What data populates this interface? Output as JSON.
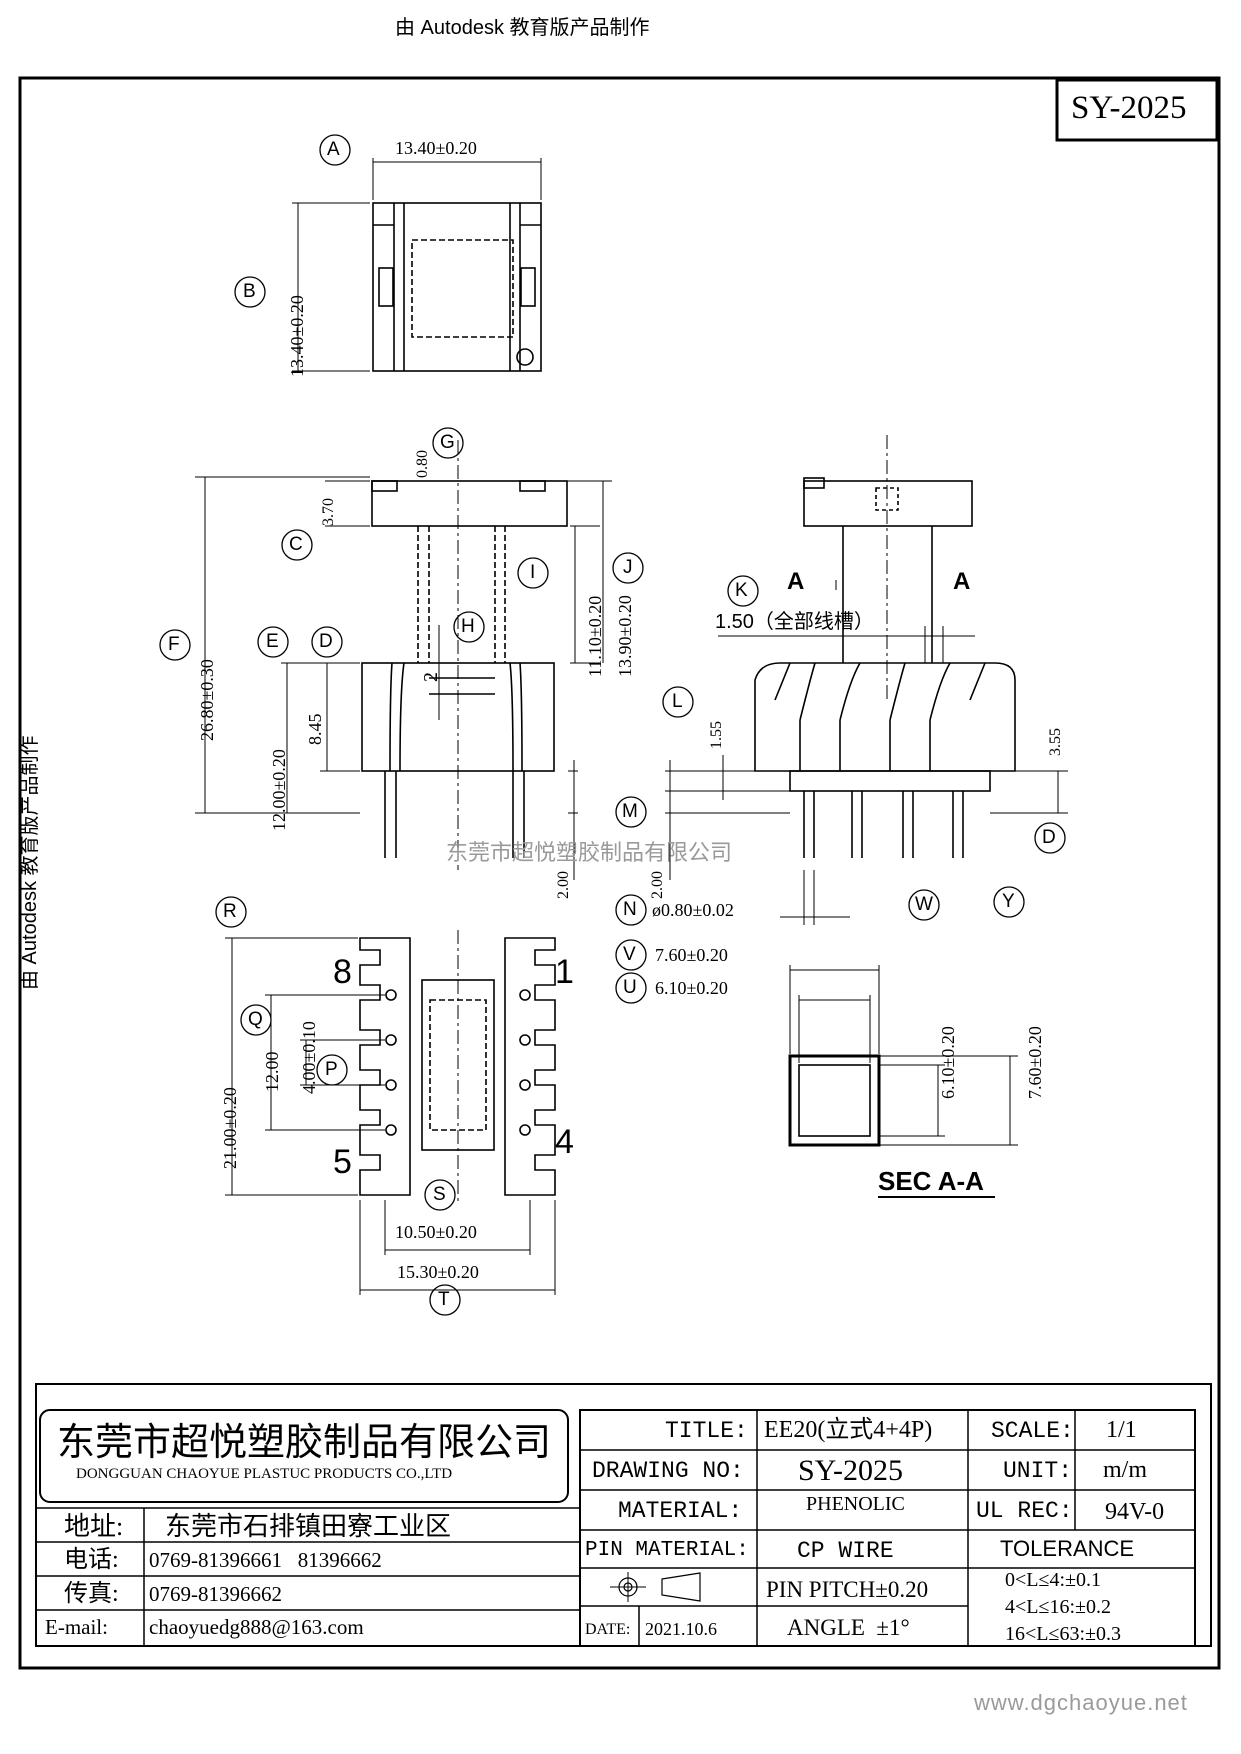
{
  "header_watermark": "由 Autodesk 教育版产品制作",
  "side_watermark": "由 Autodesk 教育版产品制作",
  "center_watermark": "东莞市超悦塑胶制品有限公司",
  "footer_url": "www.dgchaoyue.net",
  "drawing_number_box": "SY-2025",
  "dimensions": {
    "A": "13.40±0.20",
    "B": "13.40±0.20",
    "G": "0.80",
    "top_flange": "3.70",
    "F": "26.80±0.30",
    "I": "11.10±0.20",
    "J": "13.90±0.20",
    "E": "12.00±0.20",
    "D_height": "8.45",
    "H": "2",
    "K": "1.50（全部线槽）",
    "L": "1.55",
    "side_355": "3.55",
    "pin_len_2_00_front": "2.00",
    "pin_len_2_00_side": "2.00",
    "N": "ø0.80±0.02",
    "V": "7.60±0.20",
    "U": "6.10±0.20",
    "W": "6.10±0.20",
    "Y": "7.60±0.20",
    "R": "21.00±0.20",
    "Q": "12.00",
    "P": "4.00±0.10",
    "S": "10.50±0.20",
    "T": "15.30±0.20"
  },
  "pin_numbers": {
    "p8": "8",
    "p1": "1",
    "p5": "5",
    "p4": "4"
  },
  "section_labels": {
    "a_left": "A",
    "a_right": "A",
    "sec": "SEC A-A"
  },
  "balloons": [
    "A",
    "B",
    "C",
    "D",
    "E",
    "F",
    "G",
    "H",
    "I",
    "J",
    "K",
    "L",
    "M",
    "D",
    "N",
    "V",
    "U",
    "W",
    "Y",
    "R",
    "Q",
    "P",
    "S",
    "T"
  ],
  "title_block": {
    "company_cn": "东莞市超悦塑胶制品有限公司",
    "company_en": "DONGGUAN CHAOYUE PLASTUC PRODUCTS CO.,LTD",
    "address_label": "地址:",
    "address": "东莞市石排镇田寮工业区",
    "phone_label": "电话:",
    "phone": "0769-81396661   81396662",
    "fax_label": "传真:",
    "fax": "0769-81396662",
    "email_label": "E-mail:",
    "email": "chaoyuedg888@163.com",
    "title_label": "TITLE:",
    "title": "EE20(立式4+4P)",
    "scale_label": "SCALE:",
    "scale": "1/1",
    "drawing_no_label": "DRAWING NO:",
    "drawing_no": "SY-2025",
    "unit_label": "UNIT:",
    "unit": "m/m",
    "material_label": "MATERIAL:",
    "material": "PHENOLIC",
    "ul_label": "UL REC:",
    "ul": "94V-0",
    "pin_material_label": "PIN MATERIAL:",
    "pin_material": "CP WIRE",
    "tolerance_label": "TOLERANCE",
    "pin_pitch": "PIN PITCH±0.20",
    "angle": "ANGLE  ±1°",
    "date_label": "DATE:",
    "date": "2021.10.6",
    "tol1": "0<L≤4:±0.1",
    "tol2": "4<L≤16:±0.2",
    "tol3": "16<L≤63:±0.3"
  }
}
